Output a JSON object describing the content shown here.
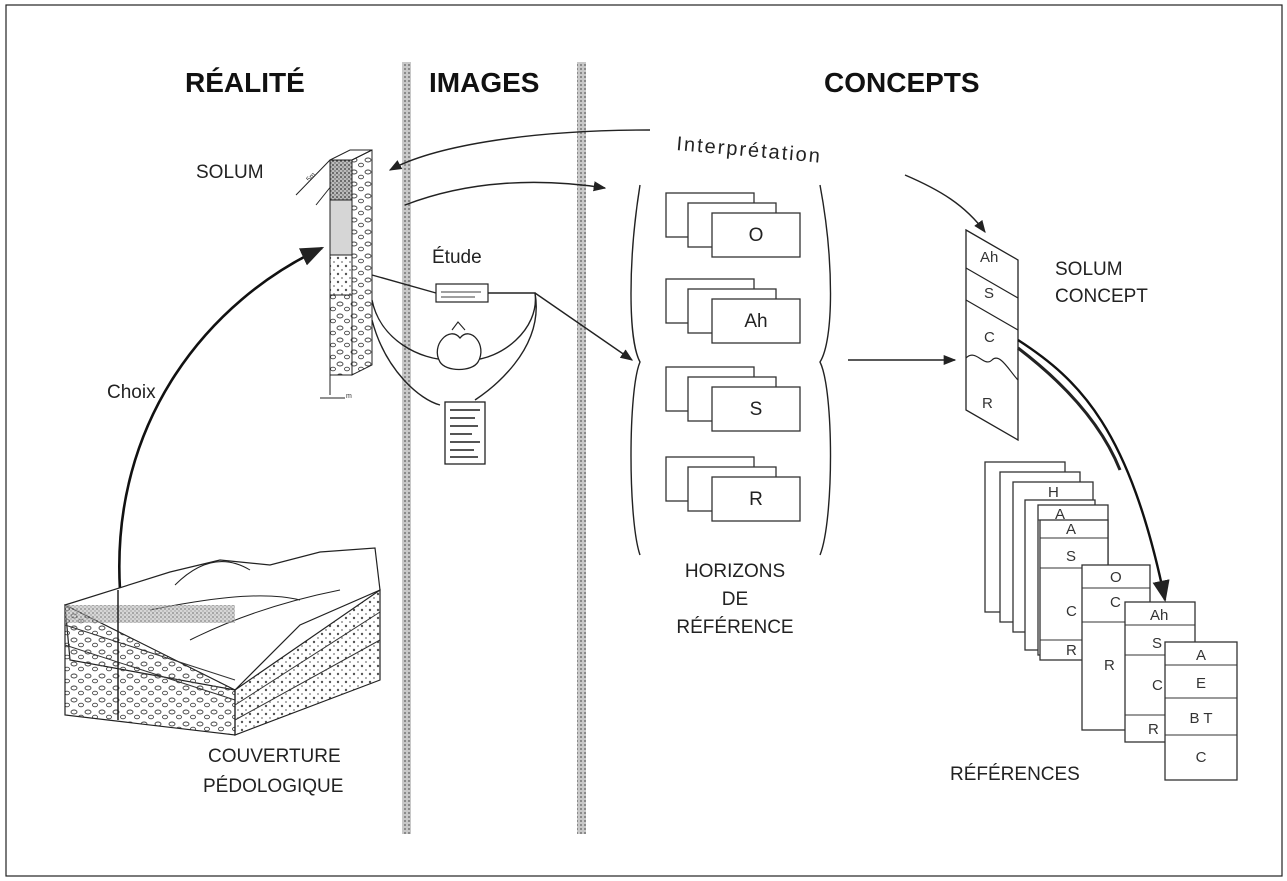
{
  "headers": {
    "realite": "RÉALITÉ",
    "images": "IMAGES",
    "concepts": "CONCEPTS"
  },
  "labels": {
    "solum": "SOLUM",
    "interpretation": "Interprétation",
    "etude": "Étude",
    "choix": "Choix",
    "couverture_line1": "COUVERTURE",
    "couverture_line2": "PÉDOLOGIQUE",
    "horizons_line1": "HORIZONS",
    "horizons_line2": "DE",
    "horizons_line3": "RÉFÉRENCE",
    "solum_concept_line1": "SOLUM",
    "solum_concept_line2": "CONCEPT",
    "references": "RÉFÉRENCES"
  },
  "horizon_cards": [
    "O",
    "Ah",
    "S",
    "R"
  ],
  "solum_concept_layers": [
    "Ah",
    "S",
    "C",
    "R"
  ],
  "reference_stacks": {
    "back1": [
      "H",
      "A",
      "A",
      "S",
      "C",
      "R"
    ],
    "stack_o": [
      "O",
      "C",
      "R"
    ],
    "stack_ah": [
      "Ah",
      "S",
      "C",
      "R"
    ],
    "stack_a": [
      "A",
      "E",
      "B T",
      "C"
    ]
  }
}
